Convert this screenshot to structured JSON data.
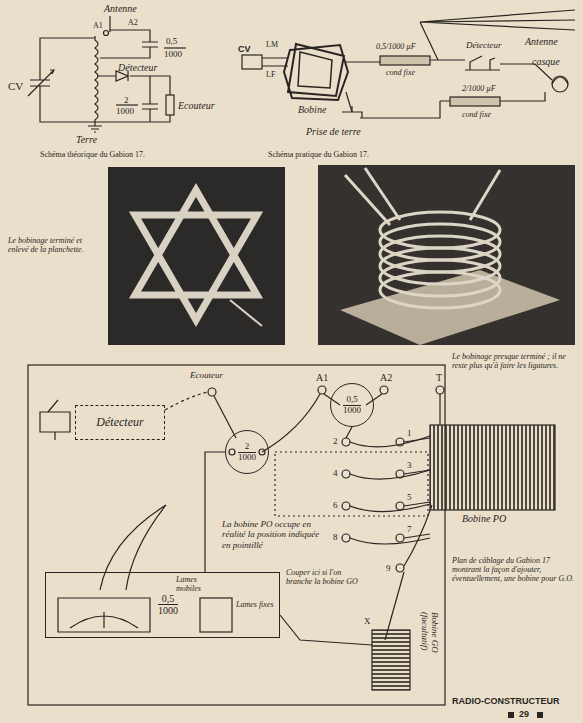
{
  "diagram": {
    "nodes": [
      {
        "text": [
          "Détecteur"
        ]
      },
      {
        "text": [
          "2",
          "1000"
        ]
      },
      {
        "text": [
          "0,5",
          "1000"
        ]
      },
      {
        "text": [
          "0,5",
          "1000"
        ]
      }
    ],
    "edges": [
      {
        "from": 1,
        "to": 3,
        "arrow": "none"
      }
    ],
    "labels": [
      "Antenne",
      "A1",
      "A2",
      "0,5",
      "1000",
      "CV",
      "Détecteur",
      "2",
      "1000",
      "Ecouteur",
      "Terre",
      "Schéma théorique du Gabion 17.",
      "Antenne",
      "CV",
      "LM",
      "LF",
      "Bobine",
      "0,5/1000 µF",
      "cond fixe",
      "Détecteur",
      "casque",
      "2/1000 µF",
      "cond fixe",
      "Prise de terre",
      "Schéma pratique du Gabion 17.",
      "Le bobinage terminé et enlevé de la planchette.",
      "Le bobinage presque terminé ; il ne reste plus qu'à faire les ligatures.",
      "Ecouteur",
      "A1",
      "A2",
      "T",
      "2",
      "1",
      "4",
      "3",
      "6",
      "5",
      "8",
      "7",
      "9",
      "Bobine PO",
      "La bobine PO occupe en réalité la position indiquée en pointillé",
      "Lames mobiles",
      "Lames fixes",
      "Couper ici si l'on branche la bobine GO",
      "X",
      "Bobine GO (facultatif)",
      "Plan de câblage du Gabion 17 montrant la façon d'ajouter, éventuellement, une bobine pour G.O.",
      "RADIO-CONSTRUCTEUR",
      "29"
    ]
  }
}
